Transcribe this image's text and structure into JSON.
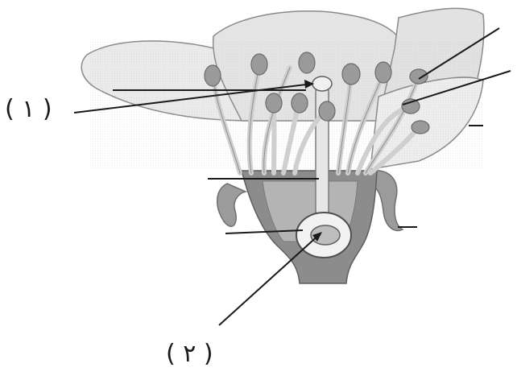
{
  "diagram": {
    "subject": "flower-longitudinal-section",
    "labels": [
      {
        "id": "1",
        "text": "( ١ )"
      },
      {
        "id": "2",
        "text": "( ٢ )"
      }
    ],
    "colors": {
      "petal": "#e9e9e9",
      "sepal": "#9a9a9a",
      "receptacle": "#8a8a8a",
      "anther": "#9c9c9c",
      "filament": "#d6d6d6",
      "ovary": "#e6e6e6",
      "line": "#1a1a1a"
    }
  }
}
